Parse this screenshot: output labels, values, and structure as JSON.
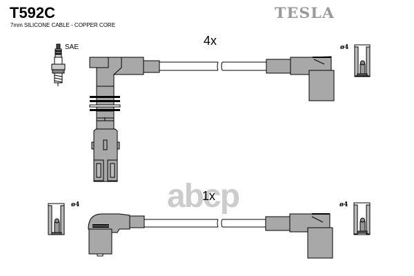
{
  "header": {
    "part_number": "T592C",
    "subtitle": "7mm SILICONE CABLE - COPPER CORE",
    "brand": "TESLA"
  },
  "top_cable": {
    "quantity": "4x",
    "plug_label": "SAE",
    "terminal_diameter": "ø4"
  },
  "bottom_cable": {
    "quantity": "1x",
    "left_terminal_diameter": "ø4",
    "right_terminal_diameter": "ø4"
  },
  "watermark": "abcp",
  "colors": {
    "boot_fill": "#a8a8a8",
    "outline": "#000000",
    "brand": "#9a9a9a"
  }
}
